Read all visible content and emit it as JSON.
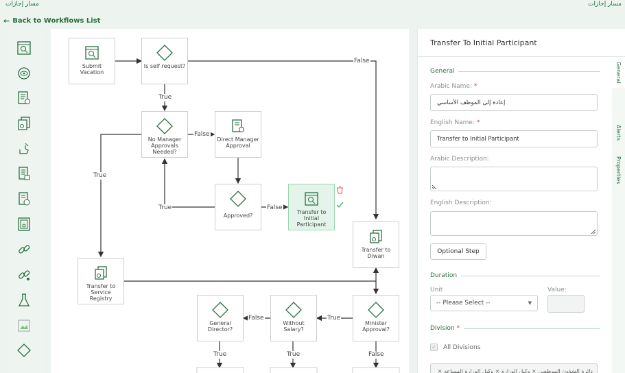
{
  "header": {
    "title_left": "مسار إجازات",
    "title_right": "مسار إجازات",
    "back_label": "Back to Workflows List"
  },
  "toolbox": {
    "icons": [
      "search-window-icon",
      "eye-target-icon",
      "document-check-icon",
      "transfer-copy-icon",
      "hand-task-icon",
      "script-list-icon",
      "script-clock-icon",
      "framed-document-icon",
      "link-chain-icon",
      "link-chain-alt-icon",
      "flask-icon",
      "broken-image-icon",
      "diamond-gateway-icon"
    ]
  },
  "diagram": {
    "nodes": {
      "submit": "Submit Vacation",
      "is_self": "Is self request?",
      "no_manager": "No Manager Approvals Needed?",
      "direct_manager": "Direct Manager Approval",
      "approved": "Approved?",
      "transfer_initial": "Transfer to Initial Participant",
      "transfer_diwan": "Transfer to Diwan",
      "service_registry": "Transfer to Service Registry",
      "general_director": "General Director?",
      "without_salary": "Without Salary?",
      "minister": "Minister Approval?"
    },
    "edge_labels": {
      "false_self": "False",
      "true_self": "True",
      "false_nomgr": "False",
      "true_nomgr": "True",
      "true_approved": "True",
      "false_approved": "False",
      "false_salary": "False",
      "true_minister": "True",
      "true_gd": "True",
      "true_ws": "True",
      "false_min": "False"
    }
  },
  "panel": {
    "title": "Transfer To Initial Participant",
    "tabs": [
      "General",
      "Alerts",
      "Properties"
    ],
    "general_section": "General",
    "arabic_name_label": "Arabic Name:",
    "arabic_name_value": "إعادة إلى الموظف الأساسي",
    "english_name_label": "English Name:",
    "english_name_value": "Transfer to Initial Participant",
    "arabic_desc_label": "Arabic Description:",
    "english_desc_label": "English Description:",
    "optional_step": "Optional Step",
    "duration_section": "Duration",
    "unit_label": "Unit",
    "unit_placeholder": "-- Please Select --",
    "value_label": "Value:",
    "division_section": "Division",
    "all_divisions": "All Divisions",
    "division_tags": "دائرة الشؤون الموظفين × وكيل الوزارة × وكيل الوزارة المساعد ×"
  },
  "colors": {
    "accent": "#2a6e3f",
    "selected_node": "#e3f5ea",
    "required": "#d23a3a",
    "delete": "#e05050"
  }
}
